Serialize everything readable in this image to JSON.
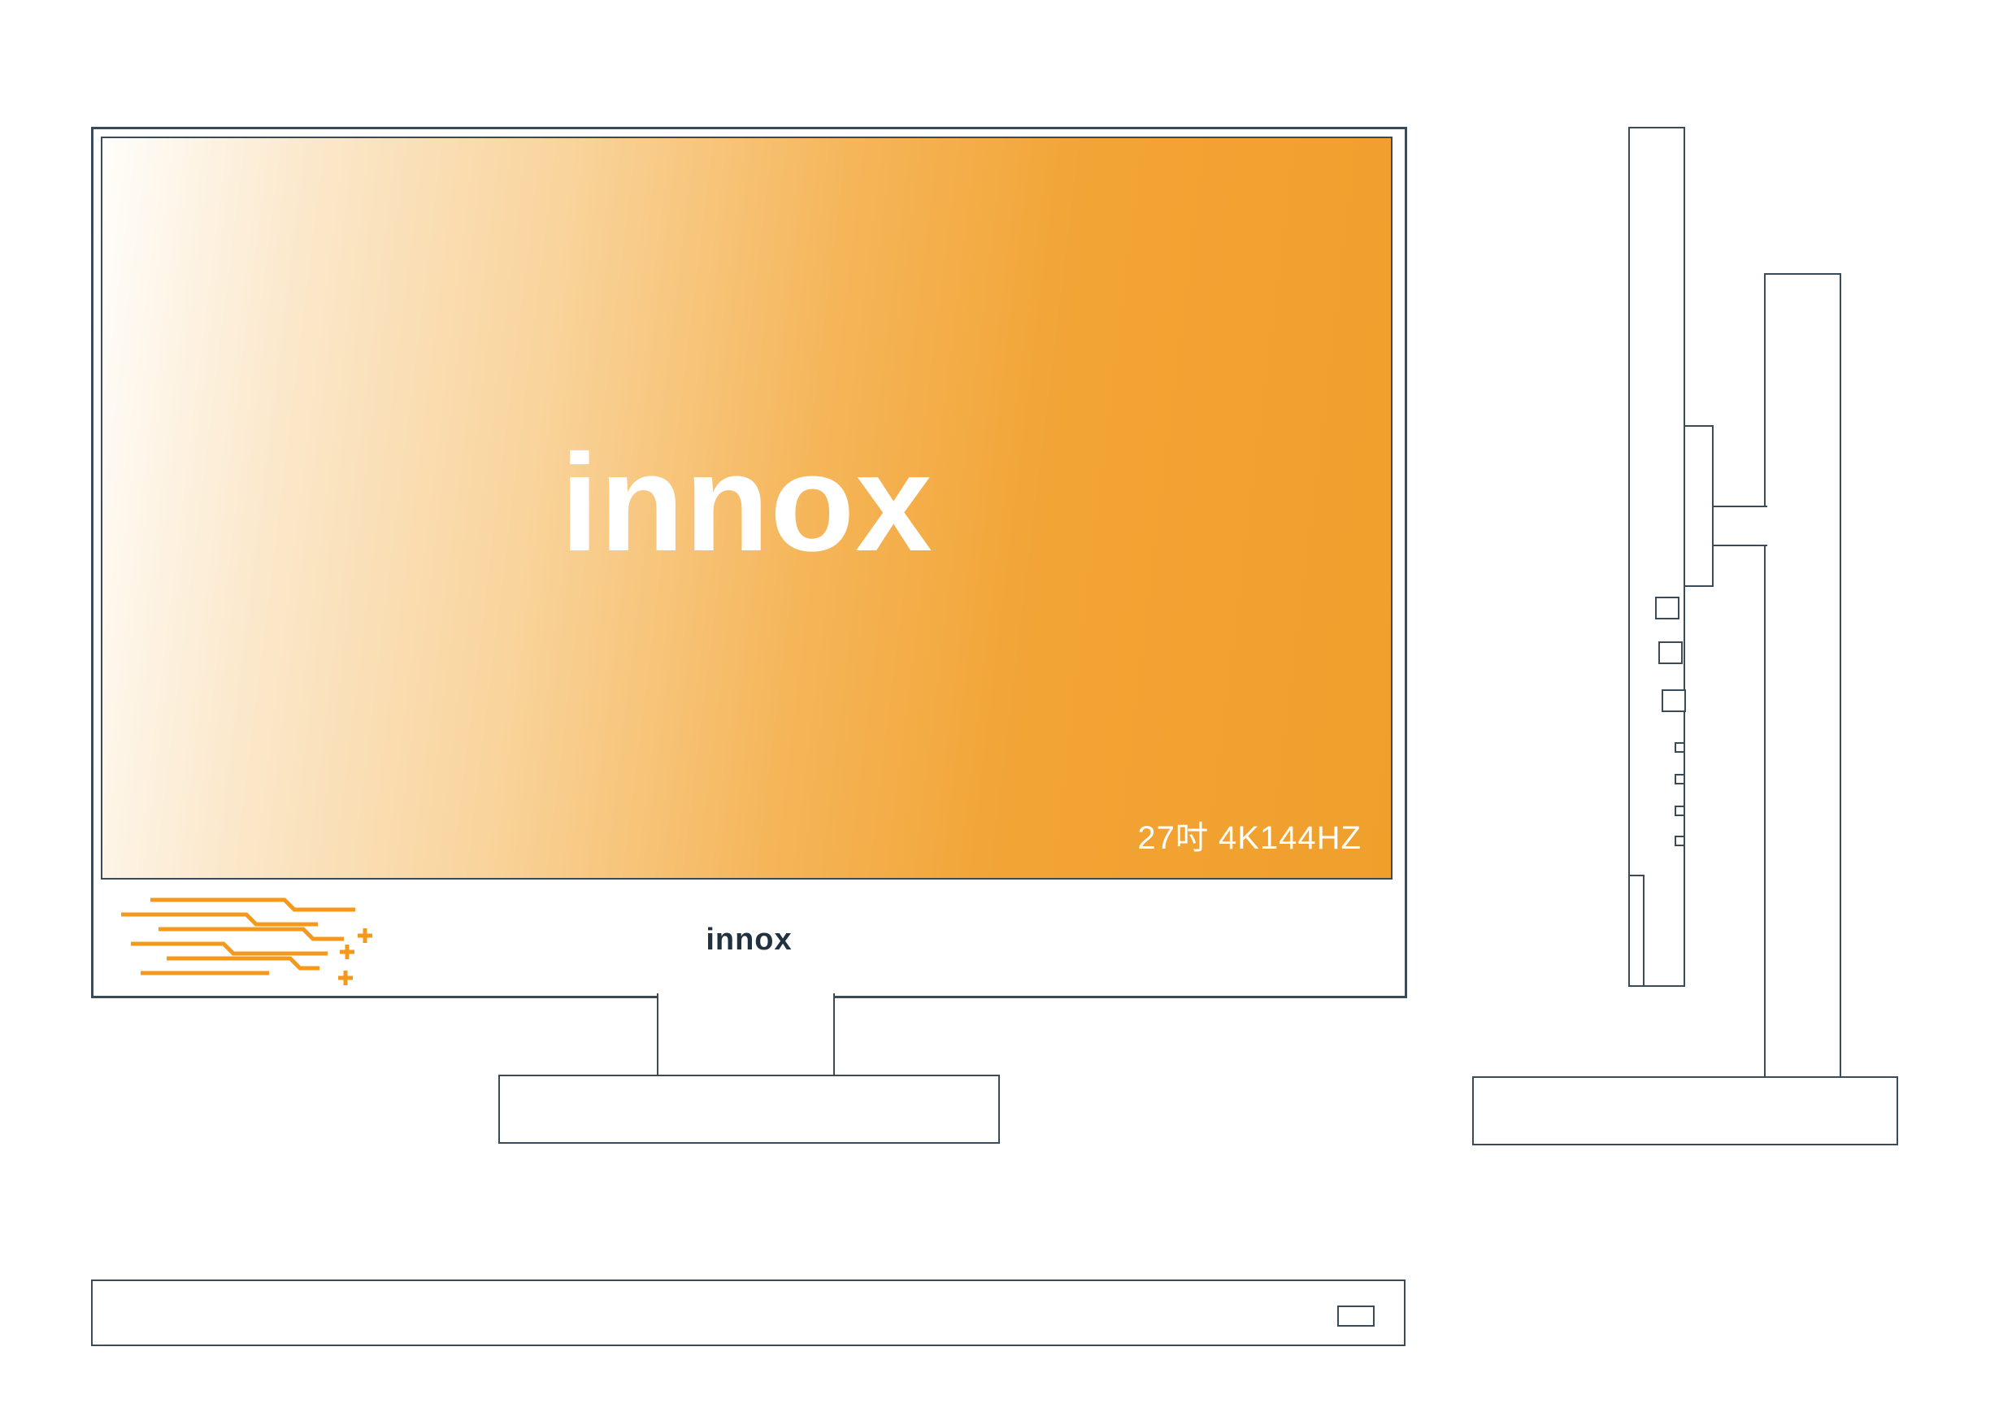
{
  "front_view": {
    "screen_logo": "innox",
    "spec_label": "27吋 4K144HZ",
    "bezel_logo": "innox"
  },
  "colors": {
    "outline": "#3a4b57",
    "accent_orange": "#f5991d",
    "screen_gradient_left": "#fffefb",
    "screen_gradient_mid": "#f9d49c",
    "screen_gradient_right": "#f09f2b",
    "logo_text": "#ffffff",
    "bezel_text": "#223140"
  }
}
